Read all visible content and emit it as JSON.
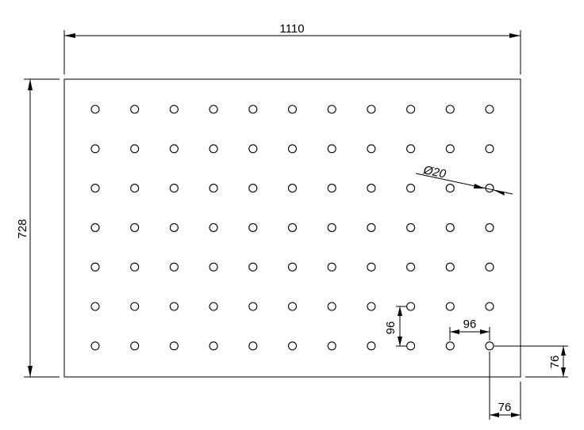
{
  "drawing": {
    "plate": {
      "width_mm": 1110,
      "height_mm": 728,
      "hole_columns": 11,
      "hole_rows": 7
    },
    "dimensions": {
      "overall_width": "1110",
      "overall_height": "728",
      "hole_diameter": "Ø20",
      "hole_pitch_vertical": "96",
      "hole_pitch_horizontal": "96",
      "edge_offset_bottom": "76",
      "edge_offset_right": "76"
    }
  }
}
